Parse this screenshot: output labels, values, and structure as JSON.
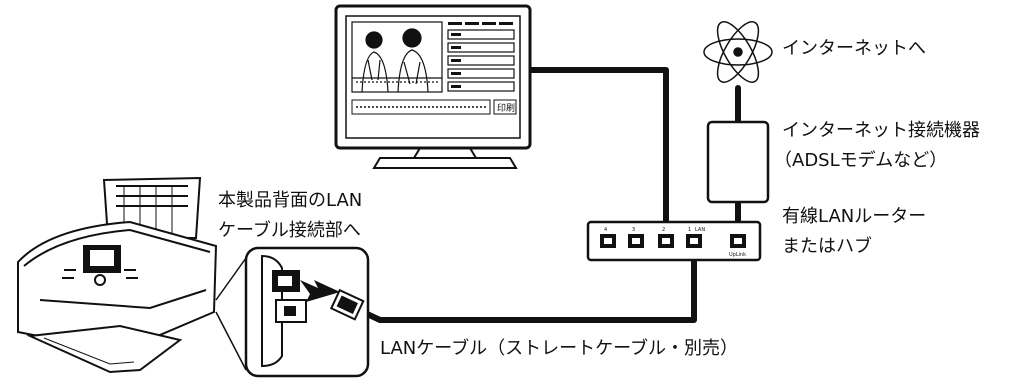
{
  "labels": {
    "internet": "インターネットへ",
    "modem_line1": "インターネット接続機器",
    "modem_line2": "（ADSLモデムなど）",
    "router_line1": "有線LANルーター",
    "router_line2": "またはハブ",
    "printer_line1": "本製品背面のLAN",
    "printer_line2": "ケーブル接続部へ",
    "cable": "LANケーブル（ストレートケーブル・別売）"
  },
  "router_ports": [
    "4",
    "3",
    "2",
    "1",
    "LAN",
    "UpLink"
  ],
  "tv_button": "印刷"
}
